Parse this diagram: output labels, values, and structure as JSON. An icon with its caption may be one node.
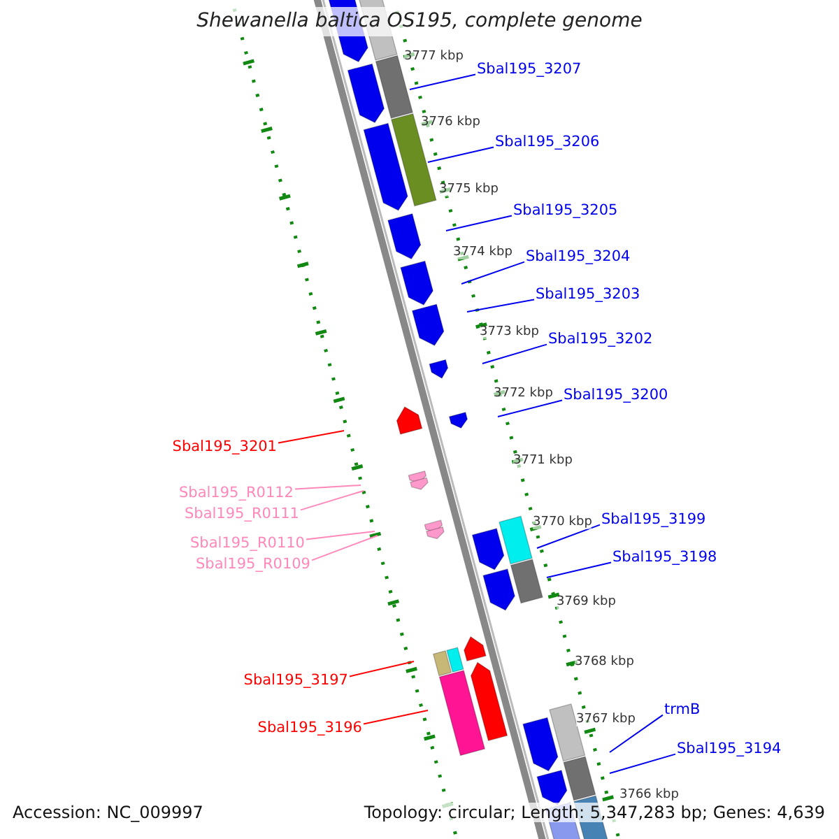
{
  "diagram": {
    "title": "Shewanella baltica OS195, complete genome",
    "nodes": [
      {
        "text": [
          "Sbal195_3207"
        ]
      },
      {
        "text": [
          "Sbal195_3206"
        ]
      },
      {
        "text": [
          "Sbal195_3205"
        ]
      },
      {
        "text": [
          "Sbal195_3204"
        ]
      },
      {
        "text": [
          "Sbal195_3203"
        ]
      },
      {
        "text": [
          "Sbal195_3202"
        ]
      },
      {
        "text": [
          "Sbal195_3200"
        ]
      },
      {
        "text": [
          "Sbal195_3201"
        ]
      },
      {
        "text": [
          "Sbal195_R0112"
        ]
      },
      {
        "text": [
          "Sbal195_R0111"
        ]
      },
      {
        "text": [
          "Sbal195_R0110"
        ]
      },
      {
        "text": [
          "Sbal195_R0109"
        ]
      },
      {
        "text": [
          "Sbal195_3199"
        ]
      },
      {
        "text": [
          "Sbal195_3198"
        ]
      },
      {
        "text": [
          "Sbal195_3197"
        ]
      },
      {
        "text": [
          "Sbal195_3196"
        ]
      },
      {
        "text": [
          "trmB"
        ]
      },
      {
        "text": [
          "Sbal195_3194"
        ]
      }
    ],
    "edges": [
      {
        "from": 0,
        "to": null,
        "arrow": "none"
      },
      {
        "from": 1,
        "to": null,
        "arrow": "none"
      },
      {
        "from": 2,
        "to": null,
        "arrow": "none"
      },
      {
        "from": 3,
        "to": null,
        "arrow": "none"
      },
      {
        "from": 4,
        "to": null,
        "arrow": "none"
      },
      {
        "from": 5,
        "to": null,
        "arrow": "none"
      },
      {
        "from": 6,
        "to": null,
        "arrow": "none"
      },
      {
        "from": 7,
        "to": null,
        "arrow": "none",
        "color": "#ff0000"
      },
      {
        "from": 8,
        "to": null,
        "arrow": "none",
        "color": "#ff88bb"
      },
      {
        "from": 9,
        "to": null,
        "arrow": "none",
        "color": "#ff88bb"
      },
      {
        "from": 10,
        "to": null,
        "arrow": "none",
        "color": "#ff88bb"
      },
      {
        "from": 11,
        "to": null,
        "arrow": "none",
        "color": "#ff88bb"
      },
      {
        "from": 12,
        "to": null,
        "arrow": "none"
      },
      {
        "from": 13,
        "to": null,
        "arrow": "none"
      },
      {
        "from": 14,
        "to": null,
        "arrow": "none",
        "color": "#ff0000"
      },
      {
        "from": 15,
        "to": null,
        "arrow": "none",
        "color": "#ff0000"
      },
      {
        "from": 16,
        "to": null,
        "arrow": "none"
      },
      {
        "from": 17,
        "to": null,
        "arrow": "none"
      }
    ],
    "labels": [
      "3777 kbp",
      "3776 kbp",
      "3775 kbp",
      "3774 kbp",
      "3773 kbp",
      "3772 kbp",
      "3771 kbp",
      "3770 kbp",
      "3769 kbp",
      "3768 kbp",
      "3767 kbp",
      "3766 kbp",
      "Accession: NC_009997",
      "Topology: circular; Length: 5,347,283 bp; Genes: 4,639"
    ]
  }
}
